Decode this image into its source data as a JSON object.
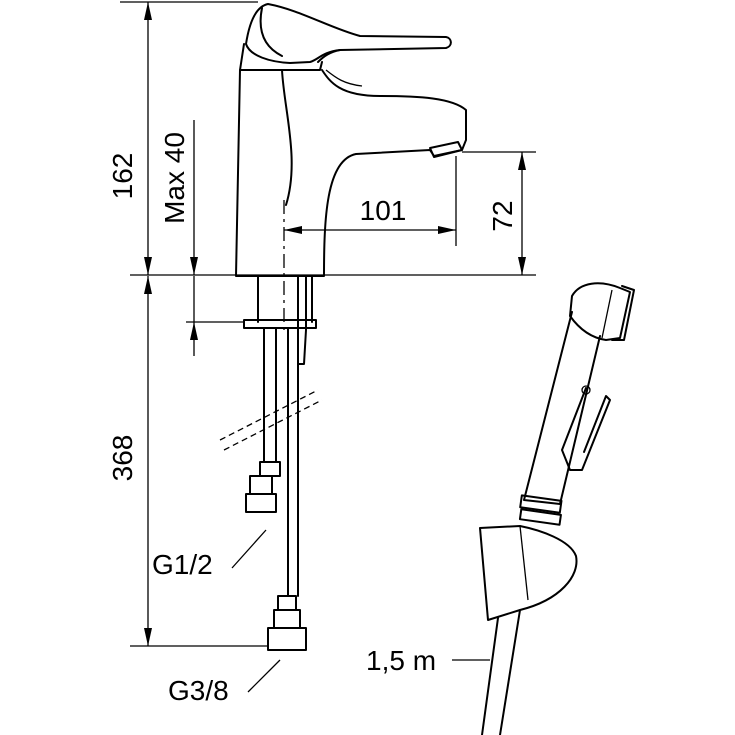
{
  "dimensions": {
    "total_height": "162",
    "max_deck": "Max 40",
    "spout_reach": "101",
    "spout_height": "72",
    "hose_length_below": "368",
    "inlet_thread": "G1/2",
    "connection_thread": "G3/8",
    "shower_hose_length": "1,5 m"
  }
}
